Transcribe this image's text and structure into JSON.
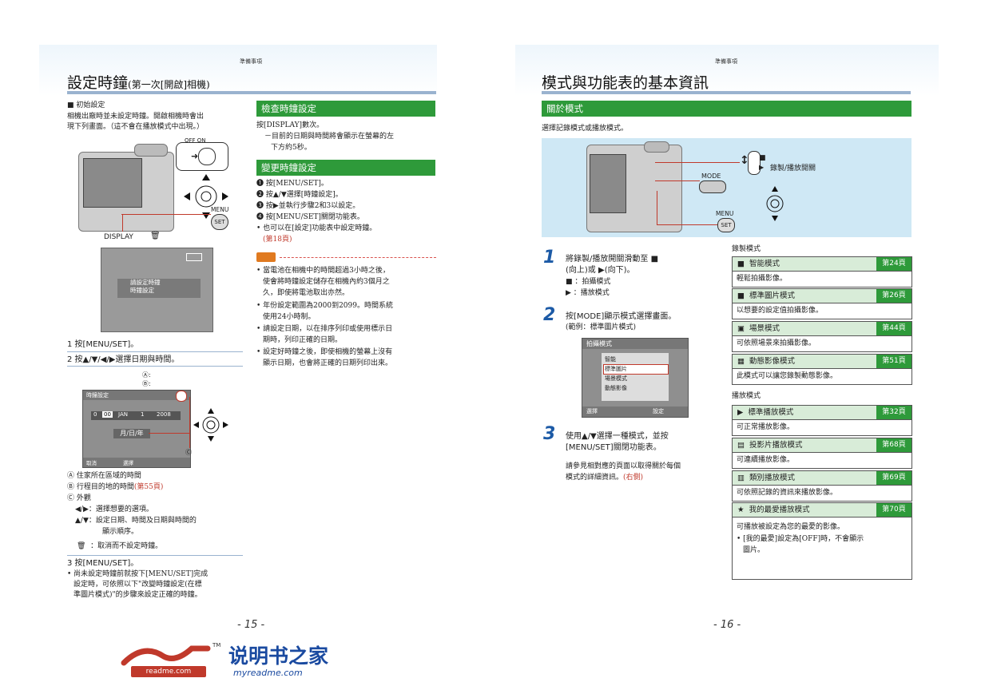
{
  "left": {
    "header_label": "準備事項",
    "title_main": "設定時鐘",
    "title_sub": "(第一次[開啟]相機)",
    "initial_heading": "■ 初始設定",
    "initial_text_1": "相機出廠時並未設定時鐘。開啟相機時會出",
    "initial_text_2": "現下列畫面。（這不會在播放模式中出現。）",
    "switch_label": "OFF ON",
    "menu_label": "MENU",
    "set_label": "SET",
    "display_label": "DISPLAY",
    "lcd1_text_1": "請設定時鐘",
    "lcd1_text_2": "時鐘設定",
    "step1": "1 按[MENU/SET]。",
    "step2": "2 按▲/▼/◀/▶選擇日期與時間。",
    "legend_a": "Ⓐ: ",
    "legend_b": "Ⓑ: ",
    "clock_title": "時鐘設定",
    "clock_hour": "0",
    "clock_min": "00",
    "clock_month": "JAN",
    "clock_day": "1",
    "clock_year": "2008",
    "clock_format": "月/日/年",
    "clock_cancel": "取消",
    "clock_select": "選擇",
    "note_a": "Ⓐ 住家所在區域的時間",
    "note_b": "Ⓑ 行程目的地的時間",
    "note_b_ref": "(第55頁)",
    "note_c": "Ⓒ 外觀",
    "note_lr_key": "◀/▶",
    "note_lr": "：選擇想要的選項。",
    "note_ud_key": "▲/▼",
    "note_ud_1": "：設定日期、時間及日期與時間的",
    "note_ud_2": "顯示順序。",
    "note_trash": "：取消而不設定時鐘。",
    "step3": "3 按[MENU/SET]。",
    "step3_n1": "• 尚未設定時鐘前就按下[MENU/SET]完成",
    "step3_n2": "設定時，可依照以下\"改變時鐘設定(在標",
    "step3_n3": "準圖片模式)\"的步驟來設定正確的時鐘。",
    "check_heading": "檢查時鐘設定",
    "check_1": "按[DISPLAY]數次。",
    "check_2": "－目前的日期與時間將會顯示在螢幕的左",
    "check_3": "下方約5秒。",
    "change_heading": "變更時鐘設定",
    "change_1": "❶ 按[MENU/SET]。",
    "change_2": "❷ 按▲/▼選擇[時鐘設定]。",
    "change_3": "❸ 按▶並執行步驟2和3以設定。",
    "change_4": "❹ 按[MENU/SET]關閉功能表。",
    "change_5": "• 也可以在[設定]功能表中設定時鐘。",
    "change_5_ref": "(第18頁)",
    "note_1": "• 當電池在相機中的時間超過3小時之後，",
    "note_2": "使會將時鐘設定儲存在相機內約3個月之",
    "note_3": "久，即使將電池取出亦然。",
    "note_4": "• 年份設定範圍為2000到2099。時間系統",
    "note_5": "使用24小時制。",
    "note_6": "• 請設定日期，以在排序列印或使用標示日",
    "note_7": "期時，列印正確的日期。",
    "note_8": "• 設定好時鐘之後，即使相機的螢幕上沒有",
    "note_9": "顯示日期，也會將正確的日期列印出來。",
    "page_number": "- 15 -"
  },
  "right": {
    "header_label": "準備事項",
    "title": "模式與功能表的基本資訊",
    "about_heading": "關於模式",
    "about_text": "選擇記錄模式或播放模式。",
    "switch_caption": "錄製/播放開關",
    "mode_label": "MODE",
    "menu_label": "MENU",
    "set_label": "SET",
    "step1_a": "將錄製/播放開關滑動至",
    "step1_b": "(向上)或",
    "step1_c": "(向下)。",
    "step1_d": "：拍攝模式",
    "step1_e": "：播放模式",
    "step2_a": "按[MODE]顯示模式選擇畫面。",
    "step2_b": "(範例：標準圖片模式)",
    "menu_title": "拍攝模式",
    "menu_items": [
      "智能",
      "標準圖片",
      "場景模式",
      "動態影像"
    ],
    "menu_select": "選擇",
    "menu_set": "設定",
    "step3_a": "使用▲/▼選擇一種模式，並按",
    "step3_b": "[MENU/SET]關閉功能表。",
    "step3_c": "請參見相對應的頁面以取得關於每個",
    "step3_d": "模式的詳細資訊。",
    "step3_ref": "(右側)",
    "rec_heading": "錄製模式",
    "rec_modes": [
      {
        "name": "智能模式",
        "page": "第24頁",
        "desc": "輕鬆拍攝影像。"
      },
      {
        "name": "標準圖片模式",
        "page": "第26頁",
        "desc": "以想要的設定值拍攝影像。"
      },
      {
        "name": "場景模式",
        "page": "第44頁",
        "desc": "可依照場景來拍攝影像。"
      },
      {
        "name": "動態影像模式",
        "page": "第51頁",
        "desc": "此模式可以讓您錄製動態影像。"
      }
    ],
    "play_heading": "播放模式",
    "play_modes": [
      {
        "name": "標準播放模式",
        "page": "第32頁",
        "desc": "可正常播放影像。"
      },
      {
        "name": "投影片播放模式",
        "page": "第68頁",
        "desc": "可連續播放影像。"
      },
      {
        "name": "類別播放模式",
        "page": "第69頁",
        "desc": "可依照記錄的資訊來播放影像。"
      },
      {
        "name": "我的最愛播放模式",
        "page": "第70頁",
        "desc": "可播放被設定為您的最愛的影像。"
      }
    ],
    "fav_note_1": "• [我的最愛]設定為[OFF]時，不會顯示",
    "fav_note_2": "圖片。",
    "page_number": "- 16 -"
  },
  "footer": {
    "logo_text": "readme.com",
    "tm": "TM",
    "brand_cn": "说明书之家",
    "brand_url": "myreadme.com"
  },
  "colors": {
    "green": "#2e9a3a",
    "blue_rule": "#9ab3cf",
    "accent_red": "#c0392b",
    "step_blue": "#1c5aa6"
  }
}
